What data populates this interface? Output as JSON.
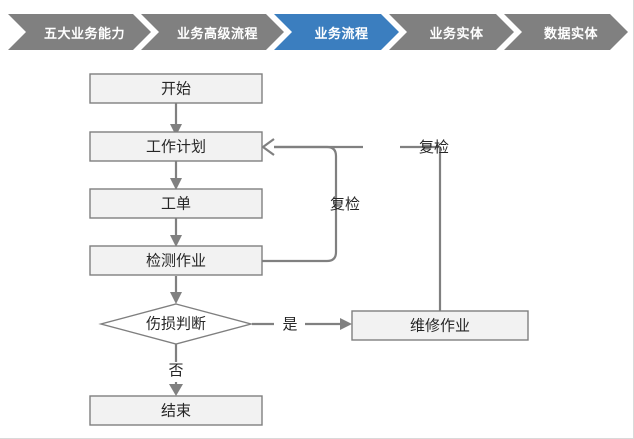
{
  "breadcrumb": {
    "items": [
      {
        "label": "五大业务能力",
        "state": "inactive"
      },
      {
        "label": "业务高级流程",
        "state": "inactive"
      },
      {
        "label": "业务流程",
        "state": "active"
      },
      {
        "label": "业务实体",
        "state": "inactive"
      },
      {
        "label": "数据实体",
        "state": "inactive"
      }
    ],
    "active_color": "#3b7ebf",
    "inactive_color": "#808080",
    "text_color": "#ffffff"
  },
  "flowchart": {
    "title": "业务流程",
    "node_fill": "#f2f2f2",
    "node_stroke": "#7f7f7f",
    "decision_fill": "#ffffff",
    "connector_color": "#808080",
    "nodes": {
      "start": {
        "label": "开始",
        "type": "process"
      },
      "work_plan": {
        "label": "工作计划",
        "type": "process"
      },
      "work_order": {
        "label": "工单",
        "type": "process"
      },
      "inspection": {
        "label": "检测作业",
        "type": "process"
      },
      "decision": {
        "label": "伤损判断",
        "type": "decision"
      },
      "repair": {
        "label": "维修作业",
        "type": "process"
      },
      "end": {
        "label": "结束",
        "type": "process"
      }
    },
    "edge_labels": {
      "recheck_inner": "复检",
      "recheck_outer": "复检",
      "yes": "是",
      "no": "否"
    }
  }
}
